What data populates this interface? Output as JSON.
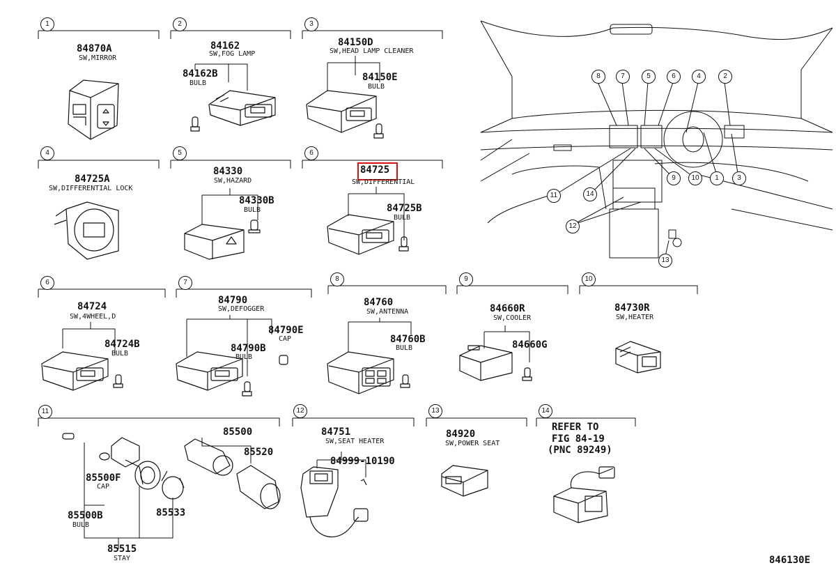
{
  "sections": [
    {
      "id": "s1",
      "num": "1",
      "items": [
        {
          "key": "p",
          "code": "84870A",
          "desc": "SW,MIRROR"
        }
      ]
    },
    {
      "id": "s2",
      "num": "2",
      "items": [
        {
          "key": "p",
          "code": "84162",
          "desc": "SW,FOG LAMP"
        },
        {
          "key": "b",
          "code": "84162B",
          "desc": "BULB"
        }
      ]
    },
    {
      "id": "s3",
      "num": "3",
      "items": [
        {
          "key": "p",
          "code": "84150D",
          "desc": "SW,HEAD LAMP CLEANER"
        },
        {
          "key": "b",
          "code": "84150E",
          "desc": "BULB"
        }
      ]
    },
    {
      "id": "s4",
      "num": "4",
      "items": [
        {
          "key": "p",
          "code": "84725A",
          "desc": "SW,DIFFERENTIAL LOCK"
        }
      ]
    },
    {
      "id": "s5",
      "num": "5",
      "items": [
        {
          "key": "p",
          "code": "84330",
          "desc": "SW,HAZARD"
        },
        {
          "key": "b",
          "code": "84330B",
          "desc": "BULB"
        }
      ]
    },
    {
      "id": "s6",
      "num": "6",
      "items": [
        {
          "key": "p",
          "code": "84725",
          "desc": "SW,DIFFERENTIAL"
        },
        {
          "key": "b",
          "code": "84725B",
          "desc": "BULB"
        }
      ]
    },
    {
      "id": "s6b",
      "num": "6",
      "items": [
        {
          "key": "p",
          "code": "84724",
          "desc": "SW,4WHEEL,D"
        },
        {
          "key": "b",
          "code": "84724B",
          "desc": "BULB"
        }
      ]
    },
    {
      "id": "s7",
      "num": "7",
      "items": [
        {
          "key": "p",
          "code": "84790",
          "desc": "SW,DEFOGGER"
        },
        {
          "key": "c",
          "code": "84790E",
          "desc": "CAP"
        },
        {
          "key": "b",
          "code": "84790B",
          "desc": "BULB"
        }
      ]
    },
    {
      "id": "s8",
      "num": "8",
      "items": [
        {
          "key": "p",
          "code": "84760",
          "desc": "SW,ANTENNA"
        },
        {
          "key": "b",
          "code": "84760B",
          "desc": "BULB"
        }
      ]
    },
    {
      "id": "s9",
      "num": "9",
      "items": [
        {
          "key": "p",
          "code": "84660R",
          "desc": "SW,COOLER"
        },
        {
          "key": "b",
          "code": "84660G",
          "desc": ""
        }
      ]
    },
    {
      "id": "s10",
      "num": "10",
      "items": [
        {
          "key": "p",
          "code": "84730R",
          "desc": "SW,HEATER"
        }
      ]
    },
    {
      "id": "s11",
      "num": "11",
      "items": [
        {
          "key": "a",
          "code": "85500",
          "desc": ""
        },
        {
          "key": "b",
          "code": "85520",
          "desc": ""
        },
        {
          "key": "c",
          "code": "85500F",
          "desc": "CAP"
        },
        {
          "key": "d",
          "code": "85500B",
          "desc": "BULB"
        },
        {
          "key": "e",
          "code": "85533",
          "desc": ""
        },
        {
          "key": "f",
          "code": "85515",
          "desc": "STAY"
        }
      ]
    },
    {
      "id": "s12",
      "num": "12",
      "items": [
        {
          "key": "p",
          "code": "84751",
          "desc": "SW,SEAT HEATER"
        },
        {
          "key": "b",
          "code": "84999-10190",
          "desc": ""
        }
      ]
    },
    {
      "id": "s13",
      "num": "13",
      "items": [
        {
          "key": "p",
          "code": "84920",
          "desc": "SW,POWER SEAT"
        }
      ]
    },
    {
      "id": "s14",
      "num": "14",
      "items": [
        {
          "key": "r1",
          "code": "REFER TO",
          "desc": ""
        },
        {
          "key": "r2",
          "code": "FIG 84-19",
          "desc": ""
        },
        {
          "key": "r3",
          "code": "(PNC 89249)",
          "desc": ""
        }
      ]
    }
  ],
  "dashboard": {
    "callouts_top": [
      "8",
      "7",
      "5",
      "6",
      "4",
      "2"
    ],
    "callouts_bottom": [
      "11",
      "14",
      "9",
      "10",
      "1",
      "3",
      "12",
      "13"
    ]
  },
  "highlight": {
    "code": "84725",
    "color": "#e01010"
  },
  "figure_id": "846130E"
}
